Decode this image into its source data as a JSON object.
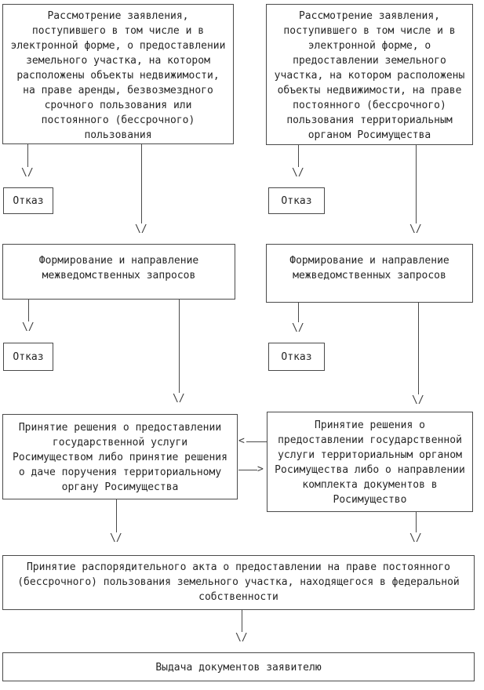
{
  "diagram": {
    "colors": {
      "background": "#ffffff",
      "border": "#4a4a4a",
      "text": "#262626"
    },
    "glyphs": {
      "arrow_down": "\\/",
      "arrow_left": "<",
      "arrow_right": ">"
    },
    "nodes": {
      "review_left": "Рассмотрение заявления,\nпоступившего в том числе и в\nэлектронной форме, о предоставлении\nземельного участка, на котором\nрасположены объекты недвижимости,\nна праве аренды, безвозмездного\nсрочного пользования или\nпостоянного (бессрочного)\nпользования",
      "review_right": "Рассмотрение заявления,\nпоступившего в том числе и в\nэлектронной форме, о\nпредоставлении земельного\nучастка, на котором расположены\nобъекты недвижимости, на праве\nпостоянного (бессрочного)\nпользования территориальным\nорганом Росимущества",
      "refuse": "Отказ",
      "requests": "Формирование и направление\nмежведомственных запросов",
      "decision_left": "Принятие решения о предоставлении\nгосударственной услуги\nРосимуществом либо принятие решения\nо даче поручения территориальному\nоргану Росимущества",
      "decision_right": "Принятие решения о\nпредоставлении государственной\nуслуги территориальным органом\nРосимущества либо о направлении\nкомплекта документов в\nРосимущество",
      "act": "Принятие распорядительного акта о предоставлении на праве постоянного\n(бессрочного) пользования земельного участка, находящегося в федеральной\nсобственности",
      "issue": "Выдача документов заявителю"
    }
  }
}
